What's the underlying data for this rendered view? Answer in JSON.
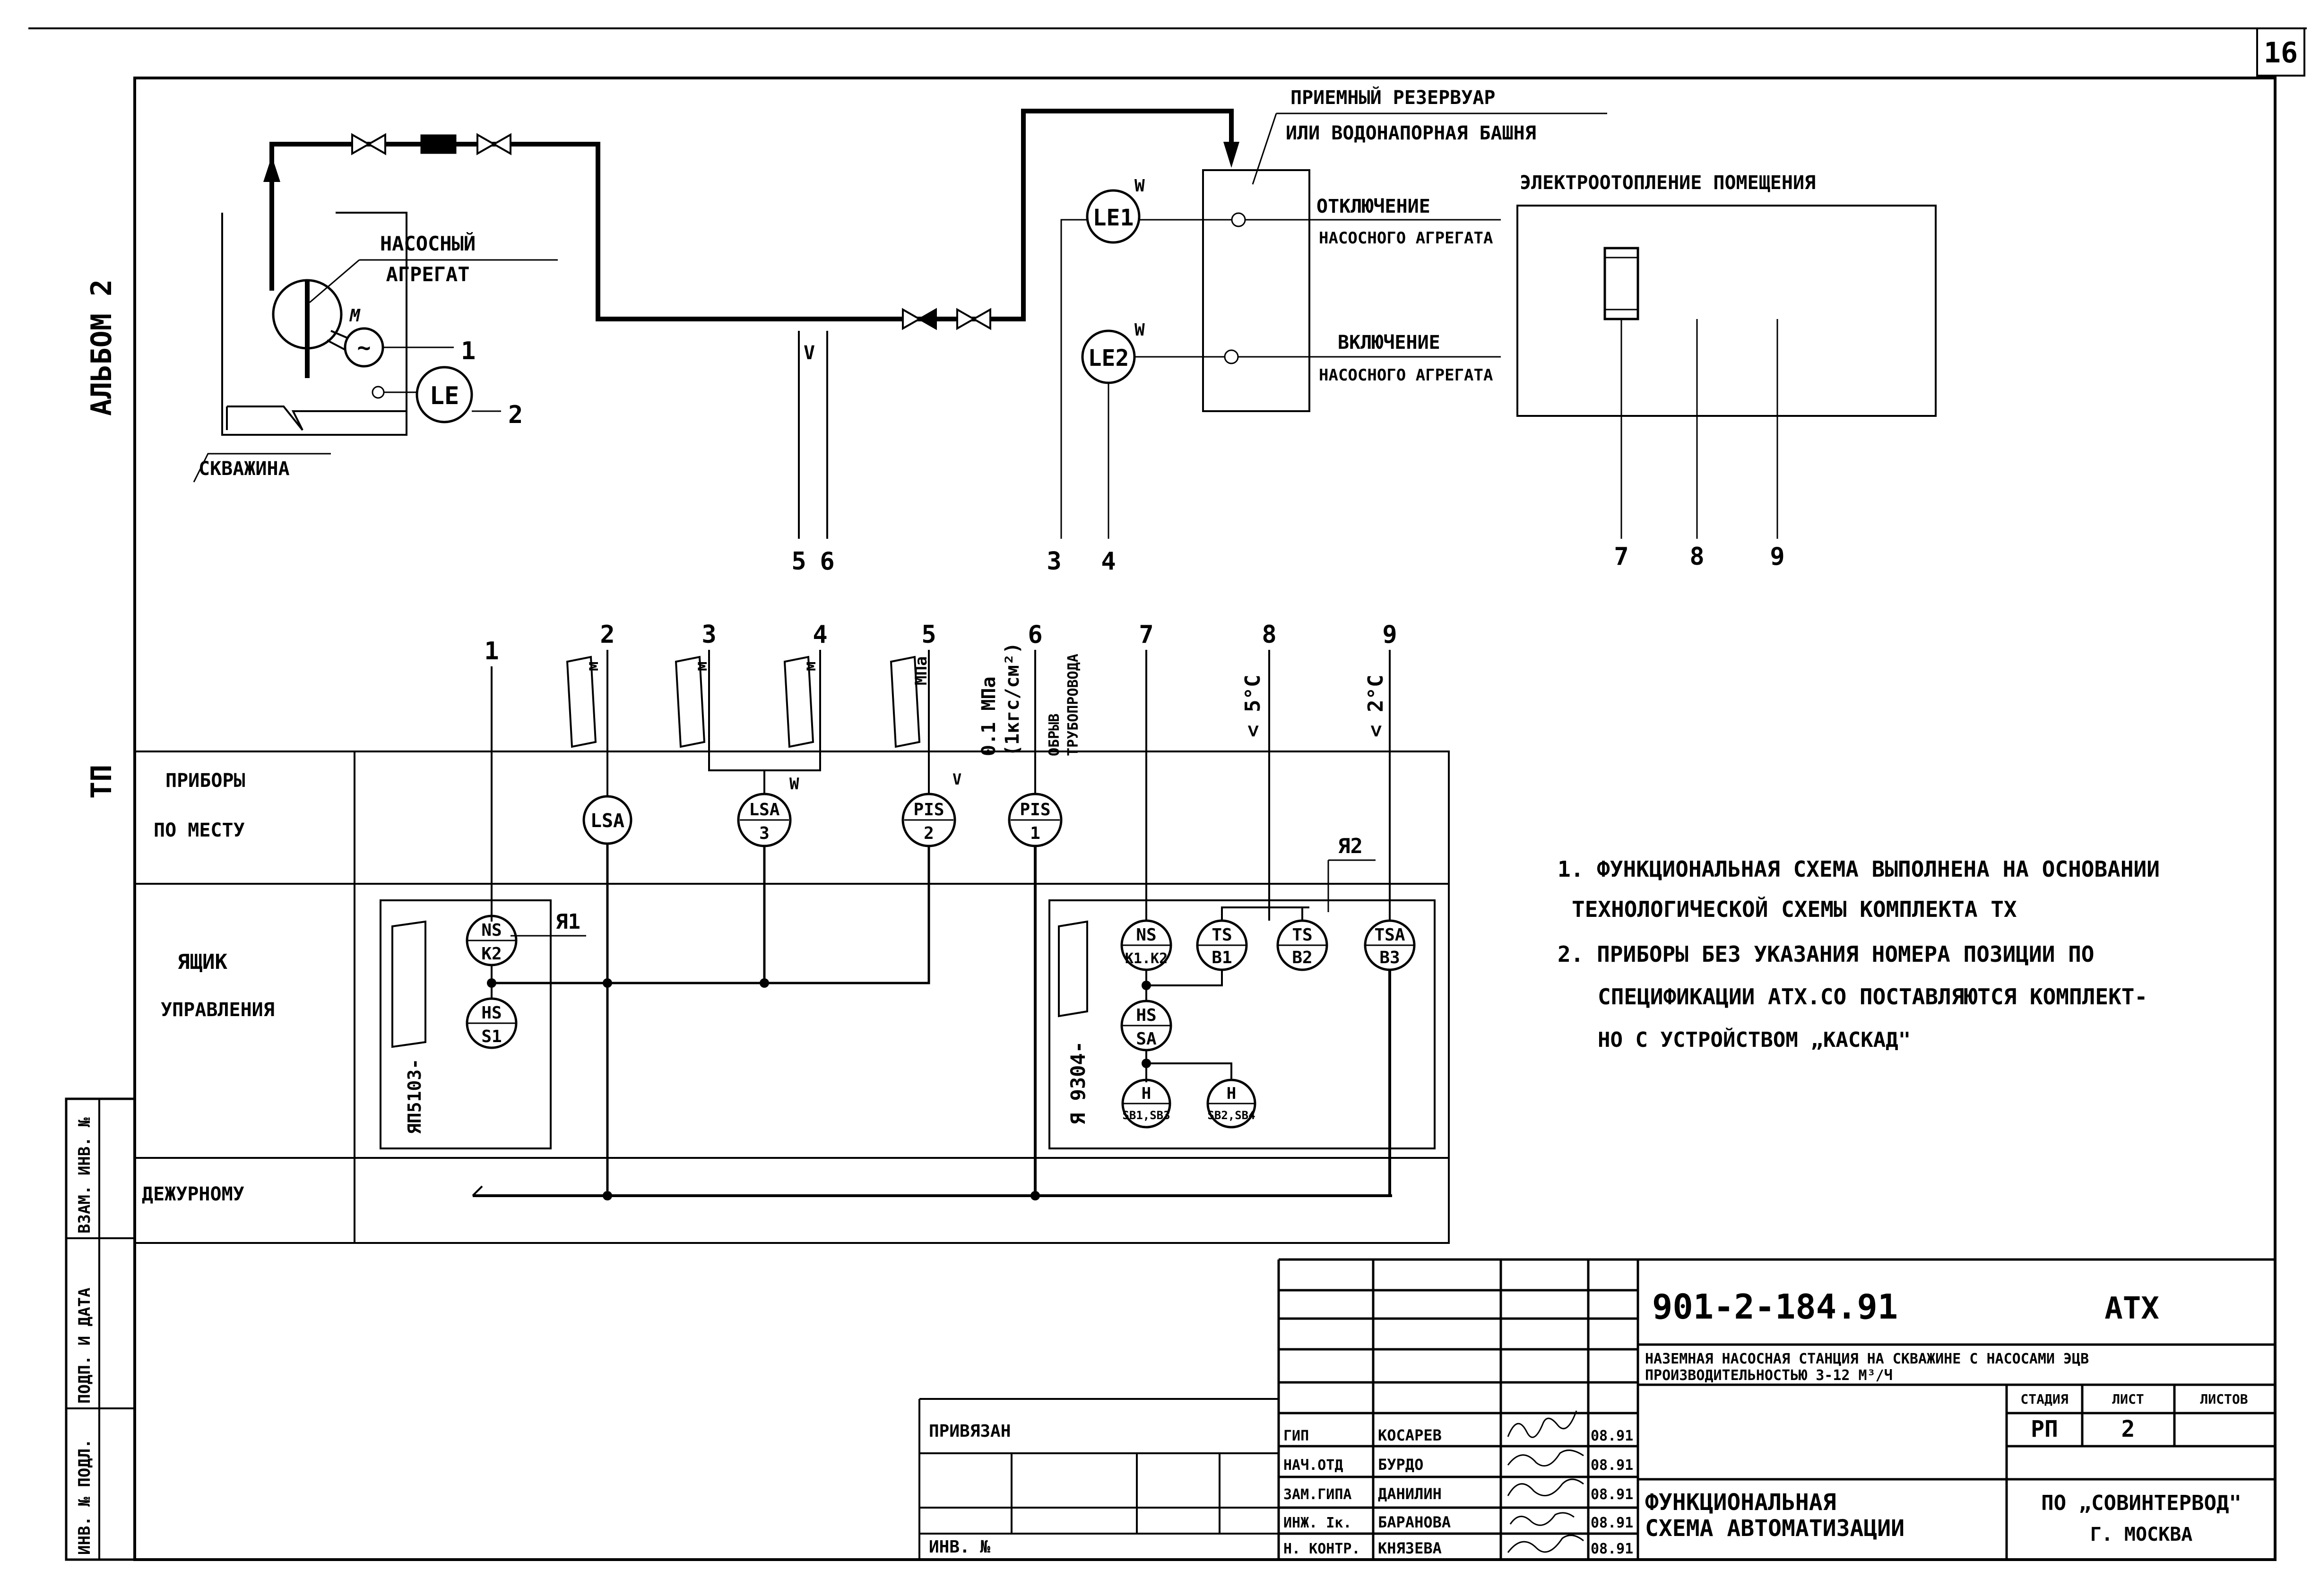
{
  "sheet_number": "16",
  "left_margin": {
    "album": "АЛЬБОМ 2",
    "tp": "ТП"
  },
  "top": {
    "pump_unit": "НАСОСНЫЙ АГРЕГАТ",
    "motor": "M",
    "well": "СКВАЖИНА",
    "le": "LE",
    "reservoir_line1": "ПРИЕМНЫЙ РЕЗЕРВУАР",
    "reservoir_line2": "ИЛИ ВОДОНАПОРНАЯ БАШНЯ",
    "off_line1": "ОТКЛЮЧЕНИЕ",
    "off_line2": "НАСОСНОГО АГРЕГАТА",
    "on_line1": "ВКЛЮЧЕНИЕ",
    "on_line2": "НАСОСНОГО АГРЕГАТА",
    "le1": "LE1",
    "le2": "LE2",
    "w": "W",
    "v": "V",
    "heating": "ЭЛЕКТРООТОПЛЕНИЕ ПОМЕЩЕНИЯ"
  },
  "top_numbers": [
    "1",
    "2",
    "5",
    "6",
    "3",
    "4",
    "7",
    "8",
    "9"
  ],
  "lines": [
    "1",
    "2",
    "3",
    "4",
    "5",
    "6",
    "7",
    "8",
    "9"
  ],
  "line_notes": {
    "m": "м",
    "mpa": "МПа",
    "pressure1": "0.1 МПа",
    "pressure2": "(1кгс/см²)",
    "rupture1": "ОБРЫВ",
    "rupture2": "ТРУБОПРОВОДА",
    "t5": "< 5°С",
    "t2": "< 2°С"
  },
  "rows": {
    "local1": "ПРИБОРЫ",
    "local2": "ПО МЕСТУ",
    "box1": "ЯЩИК",
    "box2": "УПРАВЛЕНИЯ",
    "duty": "ДЕЖУРНОМУ"
  },
  "instruments": {
    "lsa": "LSA",
    "lsa3_top": "LSA",
    "lsa3_bot": "3",
    "pis2_top": "PIS",
    "pis2_bot": "2",
    "pis1_top": "PIS",
    "pis1_bot": "1",
    "ns_k2_top": "NS",
    "ns_k2_bot": "K2",
    "hs_s1_top": "HS",
    "hs_s1_bot": "S1",
    "ns_k1_top": "NS",
    "ns_k1_bot": "K1.K2",
    "ts_b1_top": "TS",
    "ts_b1_bot": "B1",
    "ts_b2_top": "TS",
    "ts_b2_bot": "B2",
    "tsa_b3_top": "TSA",
    "tsa_b3_bot": "B3",
    "hs_sa_top": "HS",
    "hs_sa_bot": "SA",
    "h1_top": "H",
    "h1_bot": "SB1,SB3",
    "h2_top": "H",
    "h2_bot": "SB2,SB4",
    "w": "W",
    "v": "V"
  },
  "boxes": {
    "ya1": "Я1",
    "ya2": "Я2",
    "ya1_model": "ЯП5103-",
    "ya2_model": "Я 9304-"
  },
  "notes": [
    "1. ФУНКЦИОНАЛЬНАЯ СХЕМА ВЫПОЛНЕНА НА ОСНОВАНИИ",
    "ТЕХНОЛОГИЧЕСКОЙ СХЕМЫ КОМПЛЕКТА ТХ",
    "2. ПРИБОРЫ БЕЗ УКАЗАНИЯ НОМЕРА ПОЗИЦИИ ПО",
    "СПЕЦИФИКАЦИИ АТХ.СО ПОСТАВЛЯЮТСЯ КОМПЛЕКТ-",
    "НО С УСТРОЙСТВОМ „КАСКАД\""
  ],
  "side_stamp": [
    "ВЗАМ. ИНВ. №",
    "ПОДП. И ДАТА",
    "ИНВ. № ПОДЛ."
  ],
  "title_block": {
    "code": "901-2-184.91",
    "mark": "АТХ",
    "project_line1": "НАЗЕМНАЯ НАСОСНАЯ СТАНЦИЯ НА СКВАЖИНЕ С НАСОСАМИ ЭЦВ",
    "project_line2": "ПРОИЗВОДИТЕЛЬНОСТЬЮ 3-12 М³/Ч",
    "stage_h": "СТАДИЯ",
    "sheet_h": "ЛИСТ",
    "sheets_h": "ЛИСТОВ",
    "stage": "РП",
    "sheet": "2",
    "title_line1": "ФУНКЦИОНАЛЬНАЯ",
    "title_line2": "СХЕМА АВТОМАТИЗАЦИИ",
    "org_line1": "ПО „СОВИНТЕРВОД\"",
    "org_line2": "Г. МОСКВА",
    "bound": "ПРИВЯЗАН",
    "inv": "ИНВ. №",
    "signatures": [
      {
        "role": "ГИП",
        "name": "КОСАРЕВ",
        "date": "08.91"
      },
      {
        "role": "НАЧ.ОТД",
        "name": "БУРДО",
        "date": "08.91"
      },
      {
        "role": "ЗАМ.ГИПА",
        "name": "ДАНИЛИН",
        "date": "08.91"
      },
      {
        "role": "ИНЖ. Iк.",
        "name": "БАРАНОВА",
        "date": "08.91"
      },
      {
        "role": "Н. КОНТР.",
        "name": "КНЯЗЕВА",
        "date": "08.91"
      }
    ]
  }
}
